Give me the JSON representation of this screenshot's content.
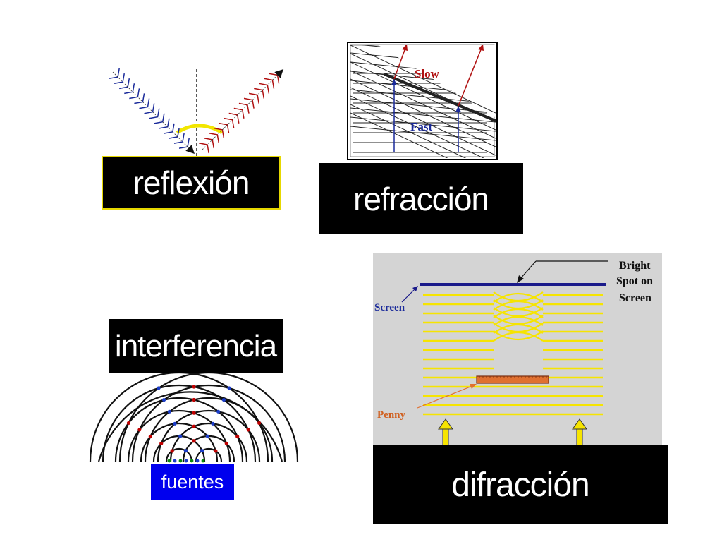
{
  "labels": {
    "reflexion": "reflexión",
    "refraccion": "refracción",
    "interferencia": "interferencia",
    "fuentes": "fuentes",
    "difraccion": "difracción"
  },
  "refraction_diagram": {
    "slow": "Slow",
    "fast": "Fast"
  },
  "diffraction_diagram": {
    "bright_spot": [
      "Bright",
      "Spot on",
      "Screen"
    ],
    "screen": "Screen",
    "penny": "Penny"
  },
  "colors": {
    "label_bg": "#000000",
    "label_text": "#ffffff",
    "fuentes_bg": "#0000ee",
    "reflexion_border": "#e6d800",
    "incident_wave": "#1a2a9a",
    "reflected_wave": "#b01010",
    "arc_highlight": "#f2e600",
    "diffraction_bg": "#d4d4d4",
    "wave_yellow": "#f6e400",
    "screen_blue": "#1a1a8a",
    "penny_orange": "#e07030",
    "dot_red": "#c00000",
    "dot_blue": "#1a3cc8",
    "dot_green": "#0a8a0a"
  }
}
